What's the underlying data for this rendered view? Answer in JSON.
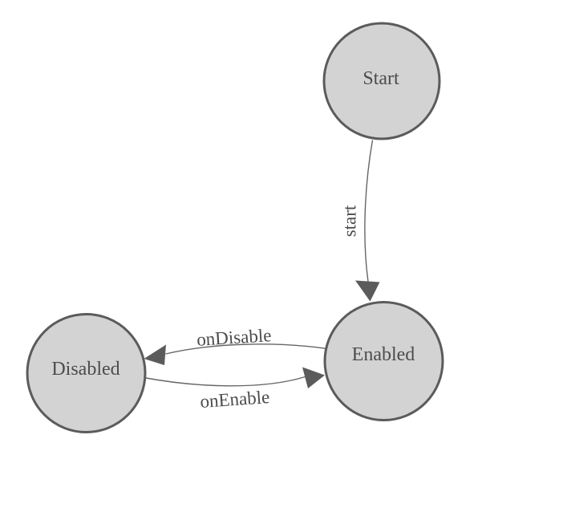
{
  "colors": {
    "background": "#ffffff",
    "node-fill": "#d3d3d3",
    "node-stroke": "#5b5b5b",
    "edge-stroke": "#666666",
    "arrow-fill": "#5b5b5b",
    "label-text": "#4c4c4c"
  },
  "diagram": {
    "type": "finite-state-machine",
    "nodes": [
      {
        "id": "start",
        "label": "Start"
      },
      {
        "id": "enabled",
        "label": "Enabled"
      },
      {
        "id": "disabled",
        "label": "Disabled"
      }
    ],
    "edges": [
      {
        "from": "start",
        "to": "enabled",
        "label": "start"
      },
      {
        "from": "enabled",
        "to": "disabled",
        "label": "onDisable"
      },
      {
        "from": "disabled",
        "to": "enabled",
        "label": "onEnable"
      }
    ]
  }
}
